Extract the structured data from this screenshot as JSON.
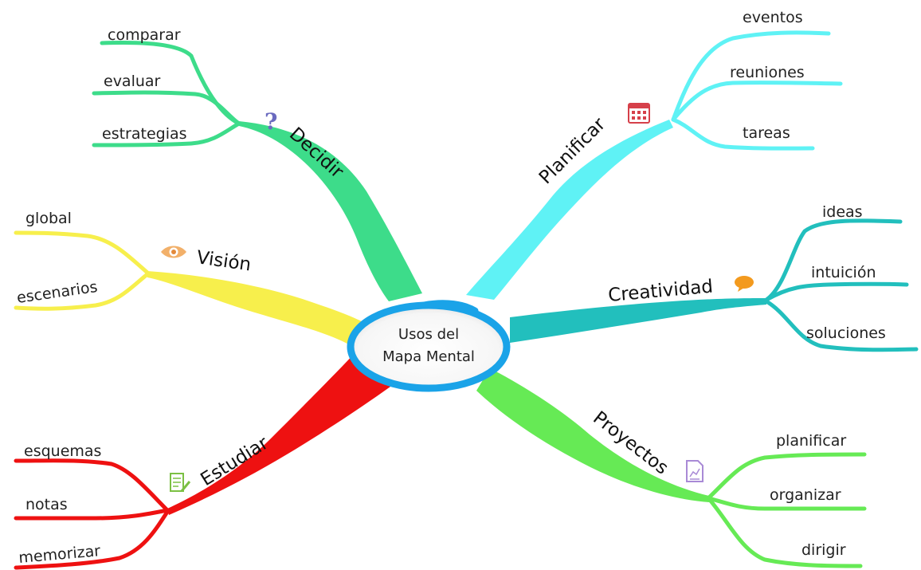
{
  "center": {
    "line1": "Usos del",
    "line2": "Mapa Mental"
  },
  "branches": {
    "decidir": {
      "label": "Decidir",
      "color": "#3ddc8a",
      "icon": "question-icon",
      "items": [
        "comparar",
        "evaluar",
        "estrategias"
      ]
    },
    "planificar": {
      "label": "Planificar",
      "color": "#5ff2f5",
      "icon": "calendar-icon",
      "items": [
        "eventos",
        "reuniones",
        "tareas"
      ]
    },
    "vision": {
      "label": "Visión",
      "color": "#f7ef4c",
      "icon": "eye-icon",
      "items": [
        "global",
        "escenarios"
      ]
    },
    "creatividad": {
      "label": "Creatividad",
      "color": "#22bfbd",
      "icon": "speech-bubble-icon",
      "items": [
        "ideas",
        "intuición",
        "soluciones"
      ]
    },
    "estudiar": {
      "label": "Estudiar",
      "color": "#ee1111",
      "icon": "notepad-icon",
      "items": [
        "esquemas",
        "notas",
        "memorizar"
      ]
    },
    "proyectos": {
      "label": "Proyectos",
      "color": "#66ea55",
      "icon": "chart-document-icon",
      "items": [
        "planificar",
        "organizar",
        "dirigir"
      ]
    }
  }
}
